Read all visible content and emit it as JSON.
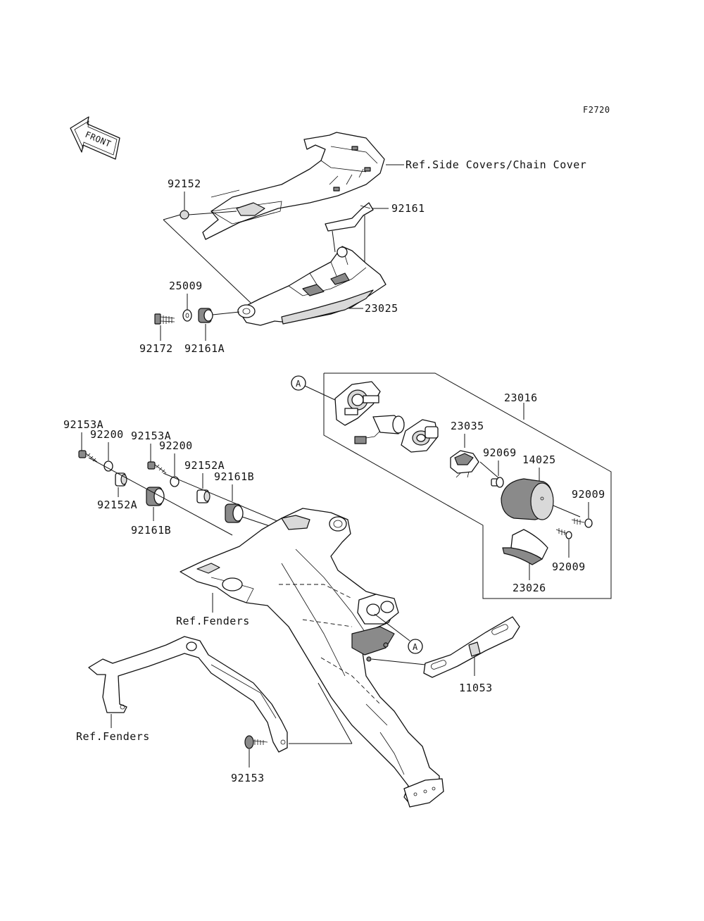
{
  "figure_code": "F2720",
  "front_arrow_text": "FRONT",
  "ref_marker": "A",
  "references": {
    "side_covers": "Ref.Side Covers/Chain Cover",
    "fenders_upper": "Ref.Fenders",
    "fenders_lower": "Ref.Fenders"
  },
  "parts": {
    "p92152": "92152",
    "p92161": "92161",
    "p25009": "25009",
    "p23025": "23025",
    "p92172": "92172",
    "p92161A": "92161A",
    "p23016": "23016",
    "p23035": "23035",
    "p92069": "92069",
    "p14025": "14025",
    "p92009a": "92009",
    "p92009b": "92009",
    "p23026": "23026",
    "p92153A_1": "92153A",
    "p92200_1": "92200",
    "p92153A_2": "92153A",
    "p92200_2": "92200",
    "p92152A_1": "92152A",
    "p92161B_1": "92161B",
    "p92152A_2": "92152A",
    "p92161B_2": "92161B",
    "p11053": "11053",
    "p92153": "92153"
  }
}
